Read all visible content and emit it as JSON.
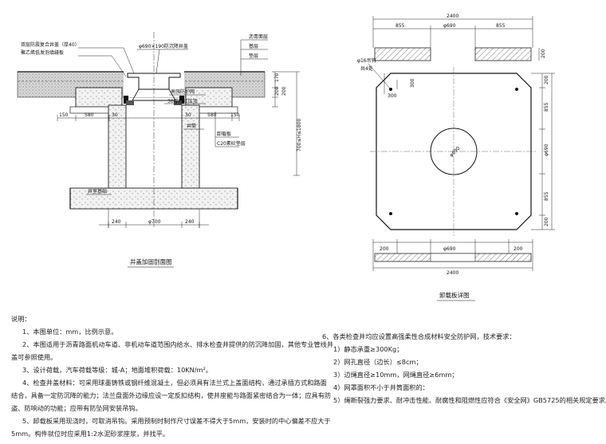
{
  "section_drawing": {
    "title": "井盖加固剖面图",
    "callouts": {
      "composite_cover": "双层防震复合井盖（厚40）",
      "pe_foam": "聚乙烯低发泡填缝板",
      "manhole_cover": "φ690×190防沉降井盖",
      "asphalt_layer": "沥青面层",
      "base": "基层",
      "cushion": "垫层",
      "hs_net": "高强防护网",
      "mortar": "30厚砂浆压顶",
      "shaft": "井筒",
      "load_plate": "卸载板",
      "c20": "C20素砼垫层",
      "foundation": "井室基础"
    },
    "dims": {
      "d150a": "150",
      "d580a": "580",
      "d30a": "30",
      "d30b": "30",
      "d580b": "580",
      "d150b": "150",
      "d240a": "240",
      "d700": "φ700",
      "d240b": "240",
      "d170": "170",
      "d200a": "200",
      "d200b": "200",
      "d_depth": "700≤H≤1800"
    }
  },
  "plate_drawing": {
    "title": "卸载板详图",
    "hook_label_1": "φ16吊钩",
    "hook_label_2": "共4处",
    "hole_label": "φ690",
    "dims": {
      "top_total": "2400",
      "top_left": "855",
      "top_mid": "φ690",
      "top_right": "855",
      "top_h": "200",
      "right_200a": "200",
      "right_855a": "855",
      "right_690": "φ690",
      "right_855b": "855",
      "right_200b": "200",
      "bot_200a": "200",
      "bot_690": "φ690",
      "bot_200b": "200",
      "bot_total": "2400",
      "left_300a": "300",
      "left_300b": "300"
    }
  },
  "notes_left": {
    "heading": "说明：",
    "n1": "1、本图单位：mm，比例示意。",
    "n2a": "2、本图适用于沥青路面机动车道、非机动车道范围内给水、排水检查井提供的防沉降加固，其他专业管线井",
    "n2b": "盖可参照使用。",
    "n3": "3、设计荷载，汽车荷载等级：城-A；地面堆积荷载：10KN/m²。",
    "n4a": "4、检查井盖材料：可采用球墨铸铁或钢纤维混凝土，但必须具有法兰式上盖面结构，通过承插方式和路面",
    "n4b": "结合，具备一定防沉降的能力；法兰盘面外边缘应设一定反扣结构，使井座能与路面紧密结合为一体；应具有防",
    "n4c": "盗、防响动的功能；应带有防坠网安装吊钩。",
    "n5a": "5、卸载板采用现浇时，可取消吊钩。采用预制时制作尺寸误差不得大于5mm，安装时的中心偏差不应大于",
    "n5b": "5mm。构件就位时应采用1:2水泥砂浆座浆，并找平。"
  },
  "notes_right": {
    "n6": "6、各类检查井均应设置高强柔性合成材料安全防护网，技术要求：",
    "r1": "1）静态承重≥300Kg；",
    "r2": "2）网孔直径（边长）≤8cm；",
    "r3": "3）边绳直径≥10mm，网绳直径≥6mm；",
    "r4": "4）网罩面积不小于井筒面积的：",
    "r5": "5）绳断裂强力要求、耐冲击性能、耐腐性和阻燃性应符合《安全网》GB5725的相关规定要求。"
  }
}
